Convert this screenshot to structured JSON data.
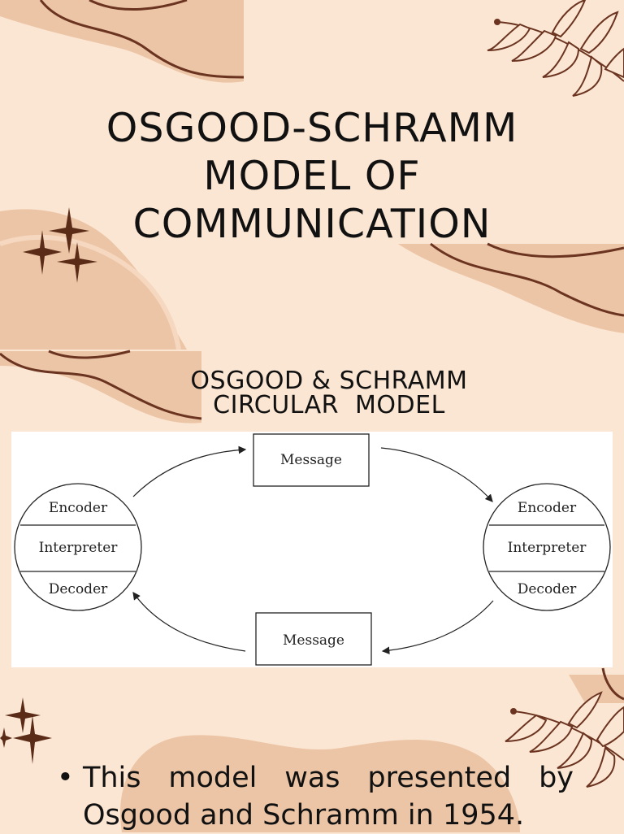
{
  "slide": {
    "title_lines": [
      "OSGOOD-SCHRAMM",
      "MODEL OF",
      "COMMUNICATION"
    ],
    "subtitle_lines": [
      "OSGOOD & SCHRAMM",
      "CIRCULAR  MODEL"
    ],
    "bullet": {
      "symbol": "•",
      "line1_words": [
        "This",
        "model",
        "was",
        "presented",
        "by"
      ],
      "line2": "Osgood and Schramm in 1954."
    }
  },
  "diagram": {
    "top_message": "Message",
    "bottom_message": "Message",
    "left_circle": {
      "top": "Encoder",
      "middle": "Interpreter",
      "bottom": "Decoder"
    },
    "right_circle": {
      "top": "Encoder",
      "middle": "Interpreter",
      "bottom": "Decoder"
    }
  },
  "colors": {
    "background": "#fbe6d3",
    "blob": "#ebc3a3",
    "line": "#6b3420",
    "star": "#5a2c18"
  }
}
